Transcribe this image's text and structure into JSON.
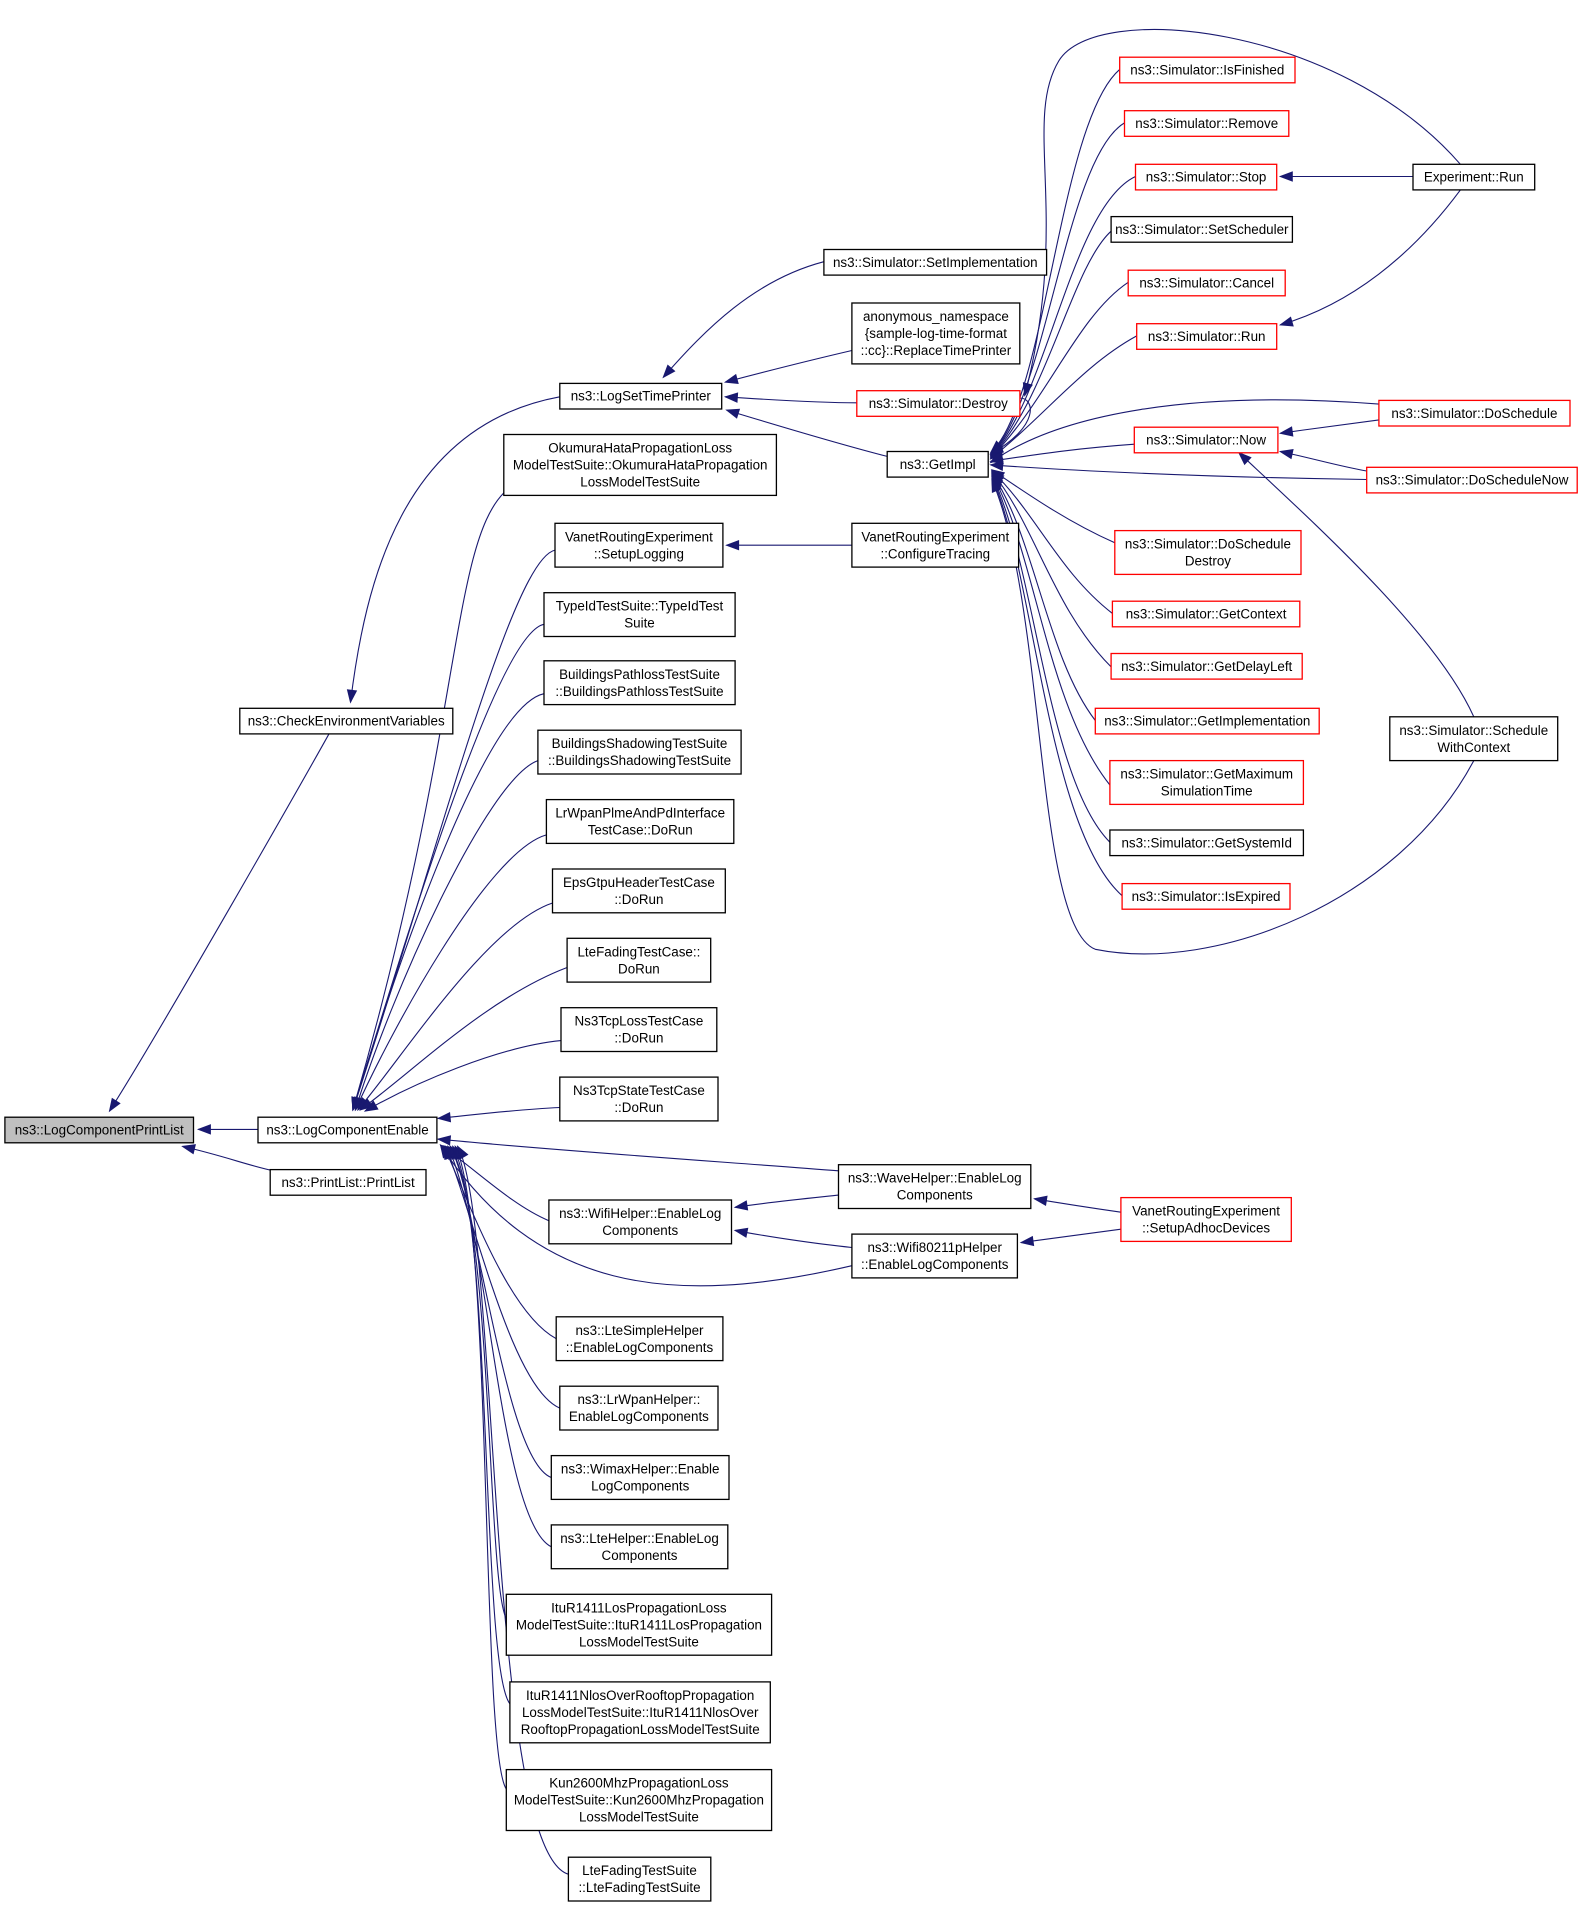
{
  "graph": {
    "title": "",
    "colors": {
      "edge": "#191970",
      "border_documented": "#000000",
      "border_truncated": "#ff0000",
      "root_fill": "#bfbfbf",
      "background": "#ffffff"
    },
    "nodes": [
      {
        "id": "printlist",
        "lines": [
          "ns3::LogComponentPrintList"
        ],
        "border": "black",
        "root": true
      },
      {
        "id": "checkenv",
        "lines": [
          "ns3::CheckEnvironmentVariables"
        ],
        "border": "black"
      },
      {
        "id": "logenable",
        "lines": [
          "ns3::LogComponentEnable"
        ],
        "border": "black"
      },
      {
        "id": "printlistpl",
        "lines": [
          "ns3::PrintList::PrintList"
        ],
        "border": "black"
      },
      {
        "id": "settimeprinter",
        "lines": [
          "ns3::LogSetTimePrinter"
        ],
        "border": "black"
      },
      {
        "id": "okumura",
        "lines": [
          "OkumuraHataPropagationLoss",
          "ModelTestSuite::OkumuraHataPropagation",
          "LossModelTestSuite"
        ],
        "border": "black"
      },
      {
        "id": "vanetlogging",
        "lines": [
          "VanetRoutingExperiment",
          "::SetupLogging"
        ],
        "border": "black"
      },
      {
        "id": "typeid",
        "lines": [
          "TypeIdTestSuite::TypeIdTest",
          "Suite"
        ],
        "border": "black"
      },
      {
        "id": "bldpathloss",
        "lines": [
          "BuildingsPathlossTestSuite",
          "::BuildingsPathlossTestSuite"
        ],
        "border": "black"
      },
      {
        "id": "bldshadow",
        "lines": [
          "BuildingsShadowingTestSuite",
          "::BuildingsShadowingTestSuite"
        ],
        "border": "black"
      },
      {
        "id": "lrwpanplme",
        "lines": [
          "LrWpanPlmeAndPdInterface",
          "TestCase::DoRun"
        ],
        "border": "black"
      },
      {
        "id": "epsgtpu",
        "lines": [
          "EpsGtpuHeaderTestCase",
          "::DoRun"
        ],
        "border": "black"
      },
      {
        "id": "ltefadingcase",
        "lines": [
          "LteFadingTestCase::",
          "DoRun"
        ],
        "border": "black"
      },
      {
        "id": "tcploss",
        "lines": [
          "Ns3TcpLossTestCase",
          "::DoRun"
        ],
        "border": "black"
      },
      {
        "id": "tcpstate",
        "lines": [
          "Ns3TcpStateTestCase",
          "::DoRun"
        ],
        "border": "black"
      },
      {
        "id": "wifihelper",
        "lines": [
          "ns3::WifiHelper::EnableLog",
          "Components"
        ],
        "border": "black"
      },
      {
        "id": "ltesimple",
        "lines": [
          "ns3::LteSimpleHelper",
          "::EnableLogComponents"
        ],
        "border": "black"
      },
      {
        "id": "lrwpanhelper",
        "lines": [
          "ns3::LrWpanHelper::",
          "EnableLogComponents"
        ],
        "border": "black"
      },
      {
        "id": "wimax",
        "lines": [
          "ns3::WimaxHelper::Enable",
          "LogComponents"
        ],
        "border": "black"
      },
      {
        "id": "ltehelper",
        "lines": [
          "ns3::LteHelper::EnableLog",
          "Components"
        ],
        "border": "black"
      },
      {
        "id": "itulos",
        "lines": [
          "ItuR1411LosPropagationLoss",
          "ModelTestSuite::ItuR1411LosPropagation",
          "LossModelTestSuite"
        ],
        "border": "black"
      },
      {
        "id": "itunlos",
        "lines": [
          "ItuR1411NlosOverRooftopPropagation",
          "LossModelTestSuite::ItuR1411NlosOver",
          "RooftopPropagationLossModelTestSuite"
        ],
        "border": "black"
      },
      {
        "id": "kun",
        "lines": [
          "Kun2600MhzPropagationLoss",
          "ModelTestSuite::Kun2600MhzPropagation",
          "LossModelTestSuite"
        ],
        "border": "black"
      },
      {
        "id": "ltefadingsuite",
        "lines": [
          "LteFadingTestSuite",
          "::LteFadingTestSuite"
        ],
        "border": "black"
      },
      {
        "id": "setimpl",
        "lines": [
          "ns3::Simulator::SetImplementation"
        ],
        "border": "black"
      },
      {
        "id": "anon",
        "lines": [
          "anonymous_namespace",
          "{sample-log-time-format",
          "::cc}::ReplaceTimePrinter"
        ],
        "border": "black"
      },
      {
        "id": "destroy",
        "lines": [
          "ns3::Simulator::Destroy"
        ],
        "border": "red"
      },
      {
        "id": "getimpl",
        "lines": [
          "ns3::GetImpl"
        ],
        "border": "black"
      },
      {
        "id": "vanettracing",
        "lines": [
          "VanetRoutingExperiment",
          "::ConfigureTracing"
        ],
        "border": "black"
      },
      {
        "id": "wavehelper",
        "lines": [
          "ns3::WaveHelper::EnableLog",
          "Components"
        ],
        "border": "black"
      },
      {
        "id": "wifi80211p",
        "lines": [
          "ns3::Wifi80211pHelper",
          "::EnableLogComponents"
        ],
        "border": "black"
      },
      {
        "id": "isfinished",
        "lines": [
          "ns3::Simulator::IsFinished"
        ],
        "border": "red"
      },
      {
        "id": "remove",
        "lines": [
          "ns3::Simulator::Remove"
        ],
        "border": "red"
      },
      {
        "id": "stop",
        "lines": [
          "ns3::Simulator::Stop"
        ],
        "border": "red"
      },
      {
        "id": "setscheduler",
        "lines": [
          "ns3::Simulator::SetScheduler"
        ],
        "border": "black"
      },
      {
        "id": "cancel",
        "lines": [
          "ns3::Simulator::Cancel"
        ],
        "border": "red"
      },
      {
        "id": "run",
        "lines": [
          "ns3::Simulator::Run"
        ],
        "border": "red"
      },
      {
        "id": "now",
        "lines": [
          "ns3::Simulator::Now"
        ],
        "border": "red"
      },
      {
        "id": "doscheduledestroy",
        "lines": [
          "ns3::Simulator::DoSchedule",
          "Destroy"
        ],
        "border": "red"
      },
      {
        "id": "getcontext",
        "lines": [
          "ns3::Simulator::GetContext"
        ],
        "border": "red"
      },
      {
        "id": "getdelayleft",
        "lines": [
          "ns3::Simulator::GetDelayLeft"
        ],
        "border": "red"
      },
      {
        "id": "getimplementation",
        "lines": [
          "ns3::Simulator::GetImplementation"
        ],
        "border": "red"
      },
      {
        "id": "getmaxsim",
        "lines": [
          "ns3::Simulator::GetMaximum",
          "SimulationTime"
        ],
        "border": "red"
      },
      {
        "id": "getsystemid",
        "lines": [
          "ns3::Simulator::GetSystemId"
        ],
        "border": "black"
      },
      {
        "id": "isexpired",
        "lines": [
          "ns3::Simulator::IsExpired"
        ],
        "border": "red"
      },
      {
        "id": "adhoc",
        "lines": [
          "VanetRoutingExperiment",
          "::SetupAdhocDevices"
        ],
        "border": "red"
      },
      {
        "id": "exprun",
        "lines": [
          "Experiment::Run"
        ],
        "border": "black"
      },
      {
        "id": "doschedule",
        "lines": [
          "ns3::Simulator::DoSchedule"
        ],
        "border": "red"
      },
      {
        "id": "doschedulenow",
        "lines": [
          "ns3::Simulator::DoScheduleNow"
        ],
        "border": "red"
      },
      {
        "id": "schedwithctx",
        "lines": [
          "ns3::Simulator::Schedule",
          "WithContext"
        ],
        "border": "black"
      }
    ],
    "edges": [
      [
        "checkenv",
        "printlist"
      ],
      [
        "logenable",
        "printlist"
      ],
      [
        "printlistpl",
        "printlist"
      ],
      [
        "settimeprinter",
        "checkenv"
      ],
      [
        "okumura",
        "logenable"
      ],
      [
        "vanetlogging",
        "logenable"
      ],
      [
        "typeid",
        "logenable"
      ],
      [
        "bldpathloss",
        "logenable"
      ],
      [
        "bldshadow",
        "logenable"
      ],
      [
        "lrwpanplme",
        "logenable"
      ],
      [
        "epsgtpu",
        "logenable"
      ],
      [
        "ltefadingcase",
        "logenable"
      ],
      [
        "tcploss",
        "logenable"
      ],
      [
        "tcpstate",
        "logenable"
      ],
      [
        "wavehelper",
        "logenable"
      ],
      [
        "wifihelper",
        "logenable"
      ],
      [
        "wifi80211p",
        "logenable"
      ],
      [
        "ltesimple",
        "logenable"
      ],
      [
        "lrwpanhelper",
        "logenable"
      ],
      [
        "wimax",
        "logenable"
      ],
      [
        "ltehelper",
        "logenable"
      ],
      [
        "itulos",
        "logenable"
      ],
      [
        "itunlos",
        "logenable"
      ],
      [
        "kun",
        "logenable"
      ],
      [
        "ltefadingsuite",
        "logenable"
      ],
      [
        "setimpl",
        "settimeprinter"
      ],
      [
        "anon",
        "settimeprinter"
      ],
      [
        "destroy",
        "settimeprinter"
      ],
      [
        "getimpl",
        "settimeprinter"
      ],
      [
        "vanettracing",
        "vanetlogging"
      ],
      [
        "wavehelper",
        "wifihelper"
      ],
      [
        "wifi80211p",
        "wifihelper"
      ],
      [
        "adhoc",
        "wavehelper"
      ],
      [
        "adhoc",
        "wifi80211p"
      ],
      [
        "exprun",
        "destroy"
      ],
      [
        "isfinished",
        "getimpl"
      ],
      [
        "remove",
        "getimpl"
      ],
      [
        "stop",
        "getimpl"
      ],
      [
        "setscheduler",
        "getimpl"
      ],
      [
        "cancel",
        "getimpl"
      ],
      [
        "run",
        "getimpl"
      ],
      [
        "now",
        "getimpl"
      ],
      [
        "doschedule",
        "getimpl"
      ],
      [
        "doschedulenow",
        "getimpl"
      ],
      [
        "doscheduledestroy",
        "getimpl"
      ],
      [
        "getcontext",
        "getimpl"
      ],
      [
        "getdelayleft",
        "getimpl"
      ],
      [
        "getimplementation",
        "getimpl"
      ],
      [
        "getmaxsim",
        "getimpl"
      ],
      [
        "getsystemid",
        "getimpl"
      ],
      [
        "isexpired",
        "getimpl"
      ],
      [
        "schedwithctx",
        "getimpl"
      ],
      [
        "destroy",
        "getimpl"
      ],
      [
        "exprun",
        "stop"
      ],
      [
        "exprun",
        "run"
      ],
      [
        "doschedule",
        "now"
      ],
      [
        "doschedulenow",
        "now"
      ],
      [
        "schedwithctx",
        "now"
      ]
    ]
  }
}
